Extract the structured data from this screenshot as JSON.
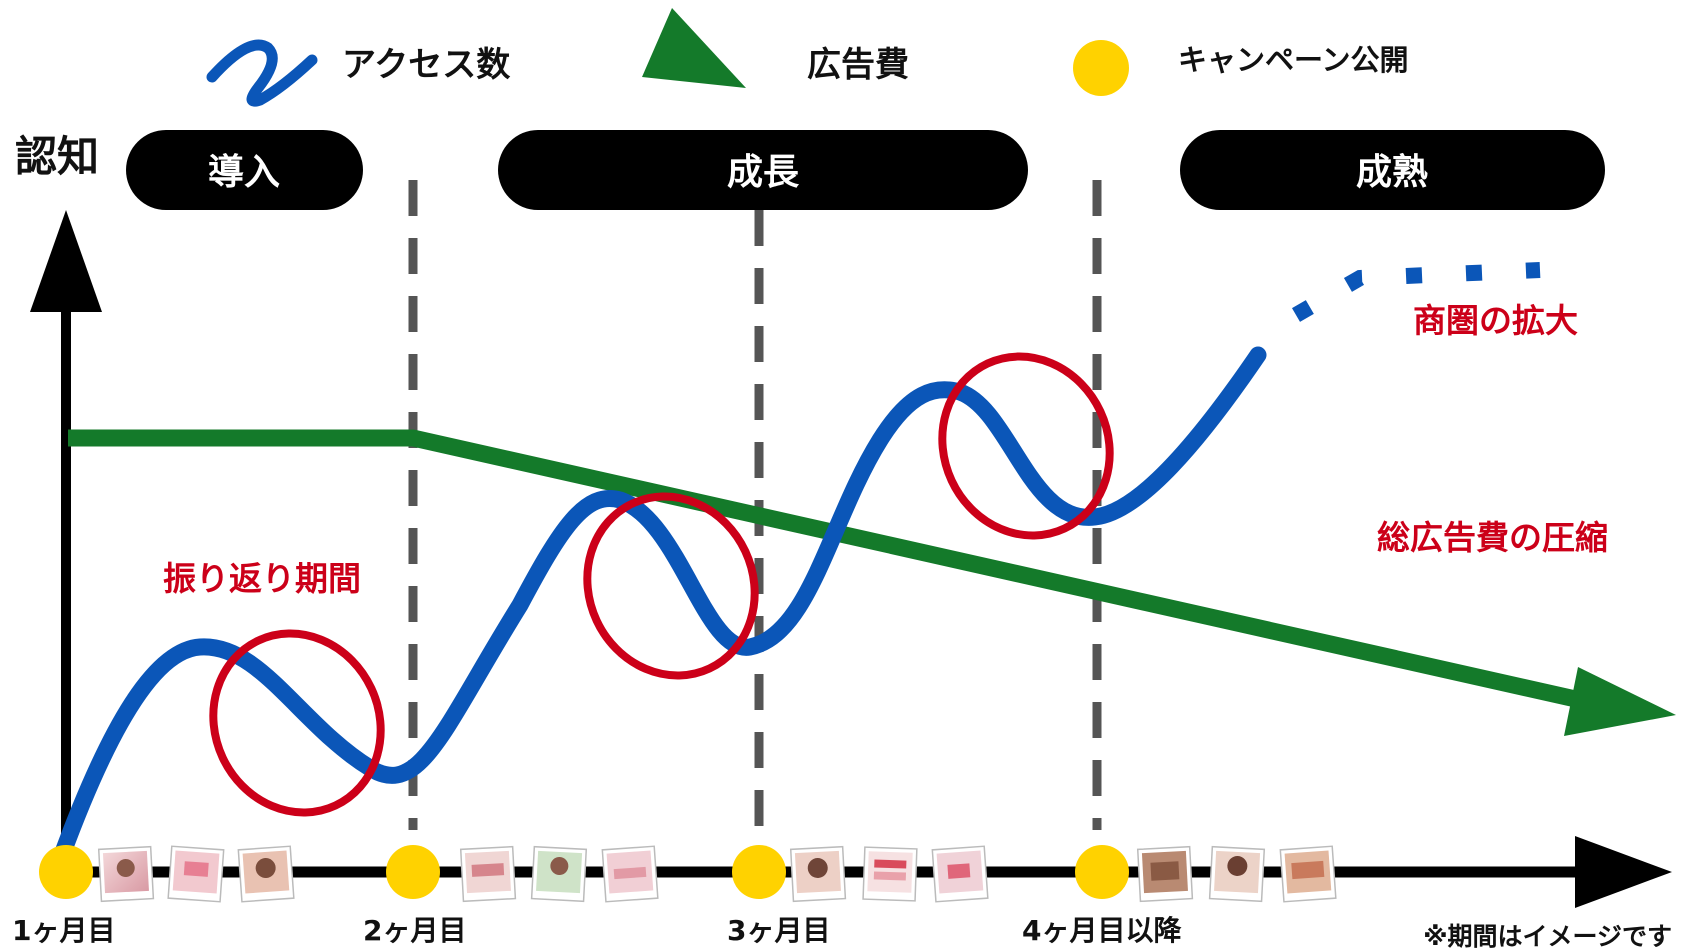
{
  "legend": {
    "access": "アクセス数",
    "ad_cost": "広告費",
    "campaign": "キャンペーン公開"
  },
  "axis": {
    "y_label": "認知"
  },
  "phases": [
    "導入",
    "成長",
    "成熟"
  ],
  "annotations": {
    "reflection": "振り返り期間",
    "expansion": "商圏の拡大",
    "compression": "総広告費の圧縮"
  },
  "months": [
    "1ヶ月目",
    "2ヶ月目",
    "3ヶ月目",
    "4ヶ月目以降"
  ],
  "note": "※期間はイメージです",
  "colors": {
    "access": "#0b56b8",
    "ad_cost": "#147a2a",
    "campaign": "#ffd200",
    "circle": "#cc0019",
    "annotation_text": "#cc0019",
    "phase_bg": "#000000",
    "divider": "#555555"
  }
}
